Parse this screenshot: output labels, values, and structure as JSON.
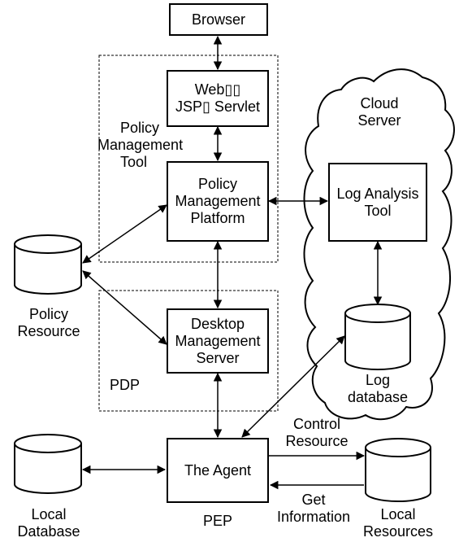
{
  "browser": "Browser",
  "web_box": {
    "line1": "Web▯▯",
    "line2": "JSP▯ Servlet"
  },
  "policy_mgmt_tool": {
    "line1": "Policy",
    "line2": "Management",
    "line3": "Tool"
  },
  "policy_platform": {
    "line1": "Policy",
    "line2": "Management",
    "line3": "Platform"
  },
  "cloud_server": {
    "line1": "Cloud",
    "line2": "Server"
  },
  "log_analysis": {
    "line1": "Log Analysis",
    "line2": "Tool"
  },
  "policy_resource": {
    "line1": "Policy",
    "line2": "Resource"
  },
  "desktop_server": {
    "line1": "Desktop",
    "line2": "Management",
    "line3": "Server"
  },
  "pdp": "PDP",
  "log_database": {
    "line1": "Log",
    "line2": "database"
  },
  "control_resource": {
    "line1": "Control",
    "line2": "Resource"
  },
  "the_agent": "The Agent",
  "local_database": {
    "line1": "Local",
    "line2": "Database"
  },
  "pep": "PEP",
  "get_information": {
    "line1": "Get",
    "line2": "Information"
  },
  "local_resources": {
    "line1": "Local",
    "line2": "Resources"
  },
  "colors": {
    "stroke": "#000000",
    "fill": "#ffffff"
  }
}
